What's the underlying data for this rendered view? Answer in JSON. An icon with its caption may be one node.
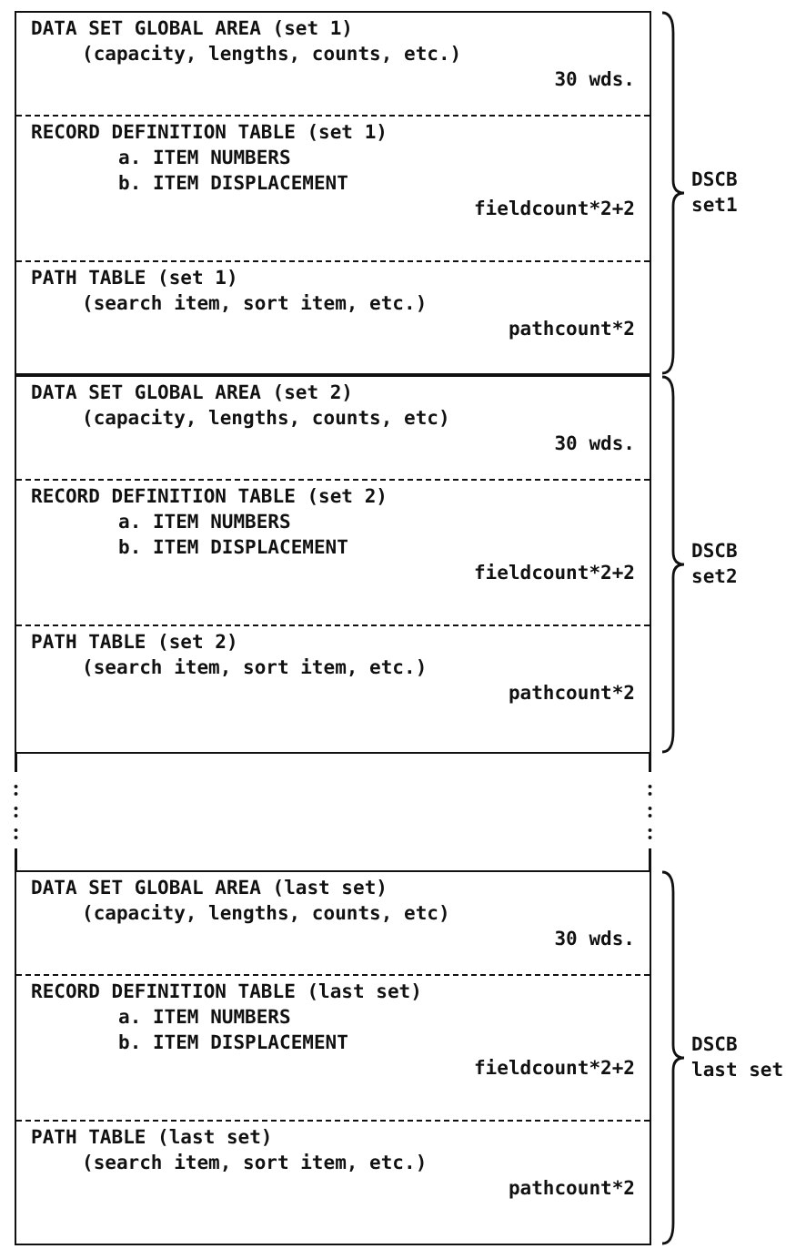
{
  "diagram": {
    "nodes": [
      {
        "text": [],
        "shape": "box",
        "beside": [
          "DSCB set1"
        ]
      },
      {
        "text": [
          "DATA SET GLOBAL AREA (set 1)",
          "(capacity, lengths, counts, etc.)",
          "30 wds."
        ],
        "in": 0
      },
      {
        "text": [
          "RECORD DEFINITION TABLE (set 1)",
          "a. ITEM NUMBERS",
          "b. ITEM DISPLACEMENT",
          "fieldcount*2+2"
        ],
        "in": 0
      },
      {
        "text": [
          "PATH TABLE (set 1)",
          "(search item, sort item, etc.)",
          "pathcount*2"
        ],
        "in": 0
      },
      {
        "text": [],
        "shape": "box",
        "beside": [
          "DSCB set2"
        ]
      },
      {
        "text": [
          "DATA SET GLOBAL AREA (set 2)",
          "(capacity, lengths, counts, etc)",
          "30 wds."
        ],
        "in": 4
      },
      {
        "text": [
          "RECORD DEFINITION TABLE (set 2)",
          "a. ITEM NUMBERS",
          "b. ITEM DISPLACEMENT",
          "fieldcount*2+2"
        ],
        "in": 4
      },
      {
        "text": [
          "PATH TABLE (set 2)",
          "(search item, sort item, etc.)",
          "pathcount*2"
        ],
        "in": 4
      },
      {
        "text": [],
        "shape": "box",
        "beside": [
          "DSCB last set"
        ]
      },
      {
        "text": [
          "DATA SET GLOBAL AREA (last set)",
          "(capacity, lengths, counts, etc)",
          "30 wds."
        ],
        "in": 8
      },
      {
        "text": [
          "RECORD DEFINITION TABLE (last set)",
          "a. ITEM NUMBERS",
          "b. ITEM DISPLACEMENT",
          "fieldcount*2+2"
        ],
        "in": 8
      },
      {
        "text": [
          "PATH TABLE (last set)",
          "(search item, sort item, etc.)",
          "pathcount*2"
        ],
        "in": 8
      }
    ],
    "edges": []
  }
}
